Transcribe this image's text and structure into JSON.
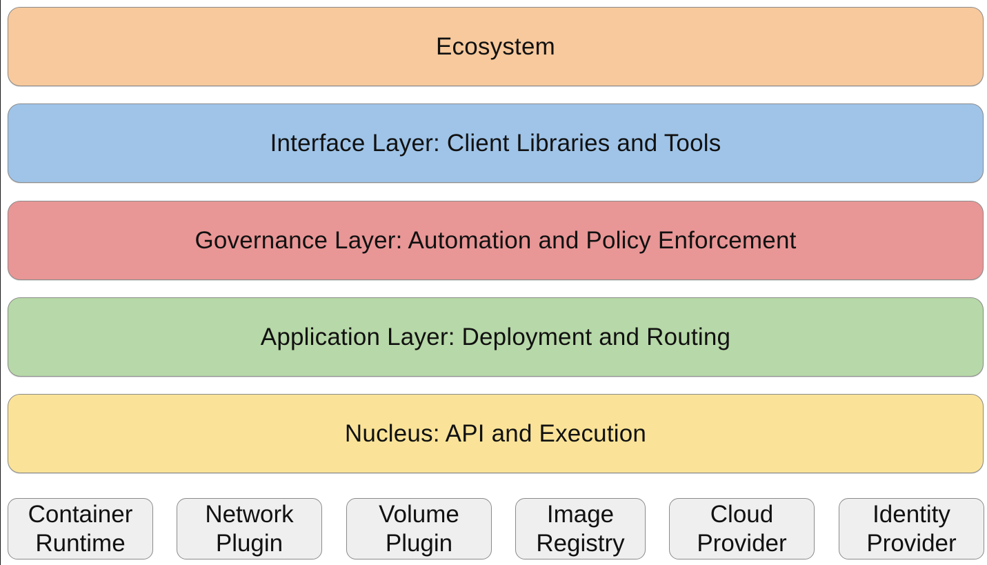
{
  "layers": [
    {
      "label": "Ecosystem",
      "color": "#f7c99c"
    },
    {
      "label": "Interface Layer: Client Libraries and Tools",
      "color": "#9fc4e8"
    },
    {
      "label": "Governance Layer: Automation and Policy Enforcement",
      "color": "#e99696"
    },
    {
      "label": "Application Layer: Deployment and Routing",
      "color": "#b7d8a8"
    },
    {
      "label": "Nucleus: API and Execution",
      "color": "#fae398"
    }
  ],
  "plugins": [
    {
      "line1": "Container",
      "line2": "Runtime"
    },
    {
      "line1": "Network",
      "line2": "Plugin"
    },
    {
      "line1": "Volume",
      "line2": "Plugin"
    },
    {
      "line1": "Image",
      "line2": "Registry"
    },
    {
      "line1": "Cloud",
      "line2": "Provider"
    },
    {
      "line1": "Identity",
      "line2": "Provider"
    }
  ],
  "plugin_color": "#efefef"
}
